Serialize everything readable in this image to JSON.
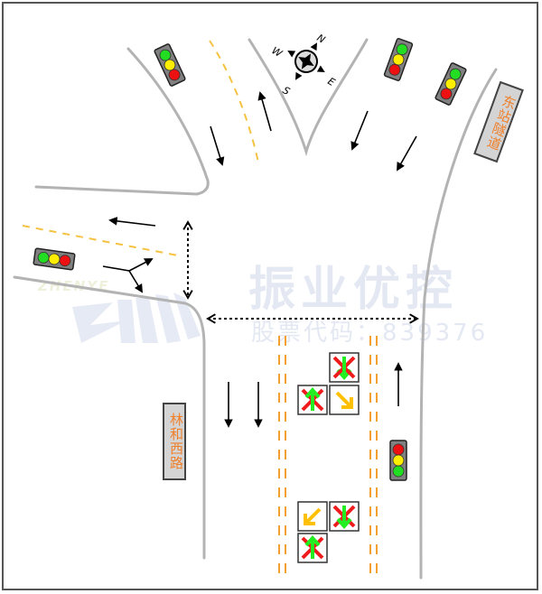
{
  "diagram": {
    "type": "intersection-signal-layout",
    "road_labels": {
      "east_tunnel": "东站隧道",
      "linhe_west_road": "林和西路"
    },
    "compass": {
      "icon": "compass-rose-icon",
      "north": "N",
      "south": "S",
      "east": "E",
      "west": "W"
    },
    "watermark": {
      "brand": "振业优控",
      "stock_code": "股票代码：839376",
      "logo_text": "ZHENYE"
    },
    "colors": {
      "road_edge": "#b3b3b3",
      "center_line": "#f5c242",
      "lane_divider": "#f3a030",
      "signal_green": "#22dd22",
      "signal_yellow": "#ffee00",
      "signal_red": "#ee1111",
      "label_text": "#f07f2a",
      "label_bg": "#d4d4d4",
      "lane_sign_red": "#ee1c1c",
      "lane_sign_green": "#22ee22",
      "lane_sign_arrow_yellow": "#ffc000"
    },
    "traffic_signals": [
      {
        "id": "signal-north-west",
        "order": [
          "green",
          "yellow",
          "red"
        ]
      },
      {
        "id": "signal-north-east-1",
        "order": [
          "green",
          "yellow",
          "red"
        ]
      },
      {
        "id": "signal-north-east-2",
        "order": [
          "green",
          "yellow",
          "red"
        ]
      },
      {
        "id": "signal-west",
        "order": [
          "green",
          "yellow",
          "red"
        ]
      },
      {
        "id": "signal-south",
        "order": [
          "red",
          "yellow",
          "green"
        ]
      }
    ],
    "lane_control_signs": [
      {
        "id": "sign-upper-top",
        "symbol": "down-arrow-crossed"
      },
      {
        "id": "sign-upper-left",
        "symbol": "up-arrow-crossed"
      },
      {
        "id": "sign-upper-right",
        "symbol": "diagonal-arrow-down-right"
      },
      {
        "id": "sign-lower-left",
        "symbol": "diagonal-arrow-down-left"
      },
      {
        "id": "sign-lower-right",
        "symbol": "down-arrow-crossed"
      },
      {
        "id": "sign-lower-bottom",
        "symbol": "up-arrow-crossed"
      }
    ],
    "pedestrian_crossings": [
      {
        "id": "crosswalk-west",
        "orientation": "vertical"
      },
      {
        "id": "crosswalk-south",
        "orientation": "horizontal"
      }
    ]
  }
}
